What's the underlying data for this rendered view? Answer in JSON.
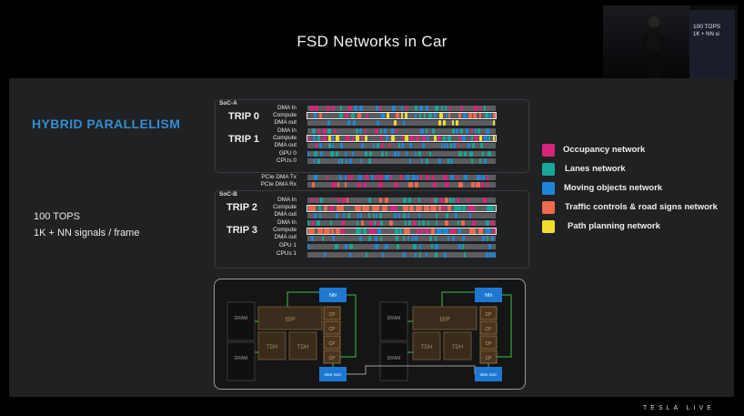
{
  "slide": {
    "title": "FSD Networks in Car",
    "heading": "HYBRID PARALLELISM",
    "stats": [
      "100 TOPS",
      "1K + NN signals / frame"
    ]
  },
  "pip": {
    "line1": "100 TOPS",
    "line2": "1K + NN si"
  },
  "legend": [
    {
      "label": "Occupancy network",
      "color": "#d6257a"
    },
    {
      "label": "Lanes network",
      "color": "#17a697"
    },
    {
      "label": "Moving objects network",
      "color": "#1e86d9"
    },
    {
      "label": "Traffic controls & road signs network",
      "color": "#ef6a4e"
    },
    {
      "label": "Path planning network",
      "color": "#f2dc2a"
    }
  ],
  "timeline": {
    "soc_a": {
      "label": "SoC-A",
      "trips": [
        "TRIP 0",
        "TRIP 1"
      ],
      "rows": [
        "DMA In",
        "Compute",
        "DMA out",
        "DMA In",
        "Compute",
        "DMA out",
        "GPU 0",
        "CPUs 0"
      ]
    },
    "pcie": {
      "rows": [
        "PCIe DMA Tx",
        "PCIe DMA Rx"
      ]
    },
    "soc_b": {
      "label": "SoC-B",
      "trips": [
        "TRIP 2",
        "TRIP 3"
      ],
      "rows": [
        "DMA In",
        "Compute",
        "DMA out",
        "DMA In",
        "Compute",
        "DMA out",
        "GPU 1",
        "CPUs 1"
      ]
    }
  },
  "diagram": {
    "nn_label": "NN",
    "cp_label": "CP",
    "isp_label": "ISP",
    "tdh_label": "TDH",
    "dram_label": "DRAM",
    "inter_soc_label": "Inter SoC"
  },
  "footer": {
    "brand": "TESLA LIVE"
  }
}
